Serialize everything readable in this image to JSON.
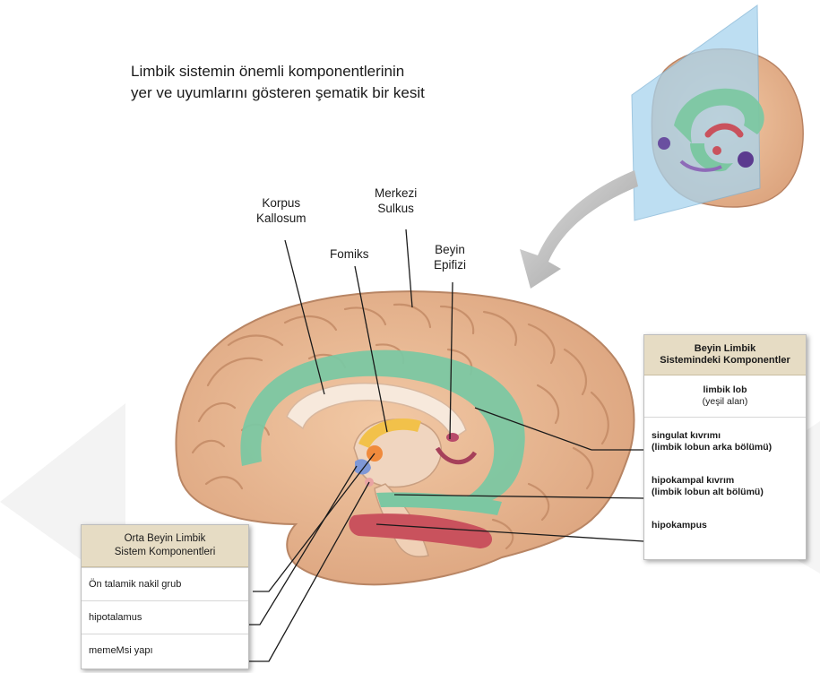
{
  "title": {
    "line1": "Limbik sistemin önemli komponentlerinin",
    "line2": "yer ve uyumlarını gösteren şematik bir kesit"
  },
  "labels": {
    "korpus": [
      "Korpus",
      "Kallosum"
    ],
    "merkezi": [
      "Merkezi",
      "Sulkus"
    ],
    "fomiks": "Fomiks",
    "beyin": [
      "Beyin",
      "Epifizi"
    ]
  },
  "right_box": {
    "header": [
      "Beyin Limbik",
      "Sistemindeki Komponentler"
    ],
    "sub": [
      "limbik lob",
      "(yeşil alan)"
    ],
    "items": [
      [
        "singulat kıvrımı",
        "(limbik lobun arka bölümü)"
      ],
      [
        "hipokampal kıvrım",
        "(limbik lobun alt bölümü)"
      ],
      [
        "hipokampus"
      ]
    ]
  },
  "left_box": {
    "header": [
      "Orta Beyin Limbik",
      "Sistem Komponentleri"
    ],
    "rows": [
      "Ön talamik nakil grub",
      "hipotalamus",
      "memeMsi yapı"
    ]
  },
  "colors": {
    "brain": "#e9b992",
    "brain_dark": "#c98f6a",
    "limbic_green": "#7cc7a2",
    "hippocampus_red": "#c9525d",
    "fornix_yellow": "#f2c14a",
    "plane_blue": "#a8d4ee"
  }
}
